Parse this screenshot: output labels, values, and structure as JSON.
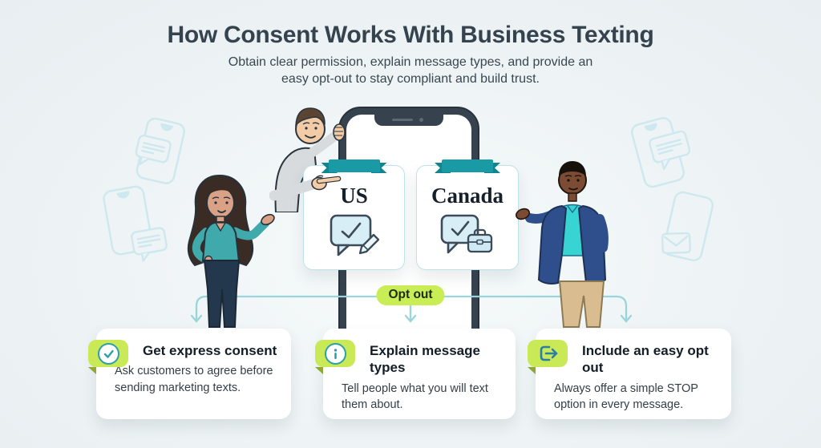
{
  "header": {
    "title": "How Consent Works With Business Texting",
    "subtitle_line1": "Obtain clear permission, explain message types, and provide an",
    "subtitle_line2": "easy opt-out to stay compliant and build trust."
  },
  "phone": {
    "countries": [
      {
        "label": "US",
        "icon": "chat-check-pencil-icon"
      },
      {
        "label": "Canada",
        "icon": "chat-check-briefcase-icon"
      }
    ]
  },
  "flow": {
    "opt_out_label": "Opt out"
  },
  "steps": [
    {
      "icon": "check-circle-icon",
      "title": "Get express consent",
      "description": "Ask customers to agree before sending marketing texts."
    },
    {
      "icon": "info-circle-icon",
      "title": "Explain message types",
      "description": "Tell people what you will text them about."
    },
    {
      "icon": "opt-out-arrow-icon",
      "title": "Include an easy opt out",
      "description": "Always offer a simple STOP option in every message."
    }
  ],
  "colors": {
    "ribbon_teal": "#1a9aa4",
    "lime_accent": "#c9e956",
    "connector": "#9ad5db",
    "phone_body": "#36424e",
    "heading_text": "#35434e"
  }
}
